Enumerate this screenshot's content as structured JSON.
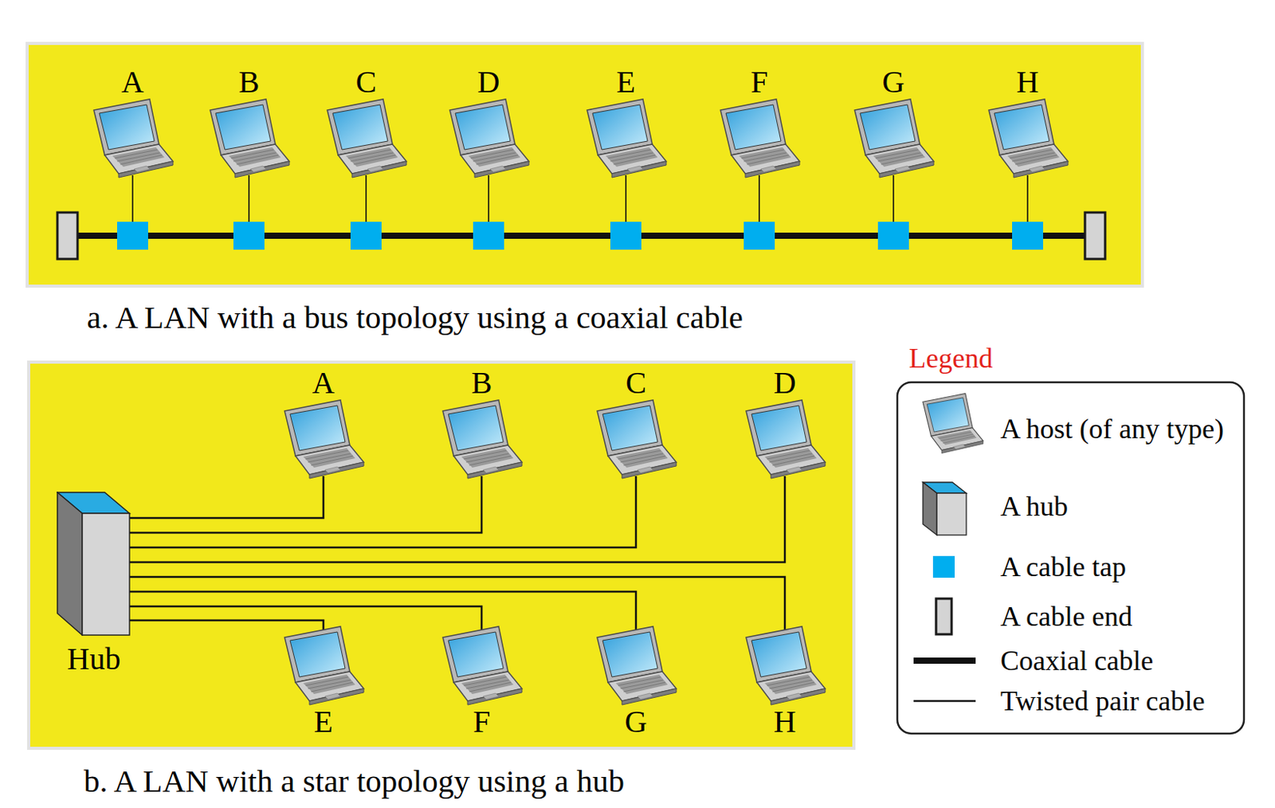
{
  "diagram": {
    "nodes": [
      {
        "text": [
          "A"
        ]
      },
      {
        "text": [
          "B"
        ]
      },
      {
        "text": [
          "C"
        ]
      },
      {
        "text": [
          "D"
        ]
      },
      {
        "text": [
          "E"
        ]
      },
      {
        "text": [
          "F"
        ]
      },
      {
        "text": [
          "G"
        ]
      },
      {
        "text": [
          "H"
        ]
      },
      {
        "text": [
          "Hub"
        ]
      },
      {
        "text": [
          "A"
        ]
      },
      {
        "text": [
          "B"
        ]
      },
      {
        "text": [
          "C"
        ]
      },
      {
        "text": [
          "D"
        ]
      },
      {
        "text": [
          "E"
        ]
      },
      {
        "text": [
          "F"
        ]
      },
      {
        "text": [
          "G"
        ]
      },
      {
        "text": [
          "H"
        ]
      }
    ],
    "edges": [
      {
        "from": 8,
        "to": 9,
        "arrow": "none"
      },
      {
        "from": 8,
        "to": 10,
        "arrow": "none"
      },
      {
        "from": 8,
        "to": 11,
        "arrow": "none"
      },
      {
        "from": 8,
        "to": 12,
        "arrow": "none"
      },
      {
        "from": 8,
        "to": 13,
        "arrow": "none"
      },
      {
        "from": 8,
        "to": 14,
        "arrow": "none"
      },
      {
        "from": 8,
        "to": 15,
        "arrow": "none"
      },
      {
        "from": 8,
        "to": 16,
        "arrow": "none"
      }
    ],
    "labels": [
      "a. A LAN with a bus topology using a coaxial cable",
      "b. A LAN with a star topology using a hub",
      "Legend"
    ],
    "legend": [
      {
        "text": "A host (of any type)"
      },
      {
        "text": "A hub"
      },
      {
        "text": "A cable tap",
        "color": "#00aeef"
      },
      {
        "text": "A cable end"
      },
      {
        "text": "Coaxial cable"
      },
      {
        "text": "Twisted pair cable"
      }
    ]
  }
}
